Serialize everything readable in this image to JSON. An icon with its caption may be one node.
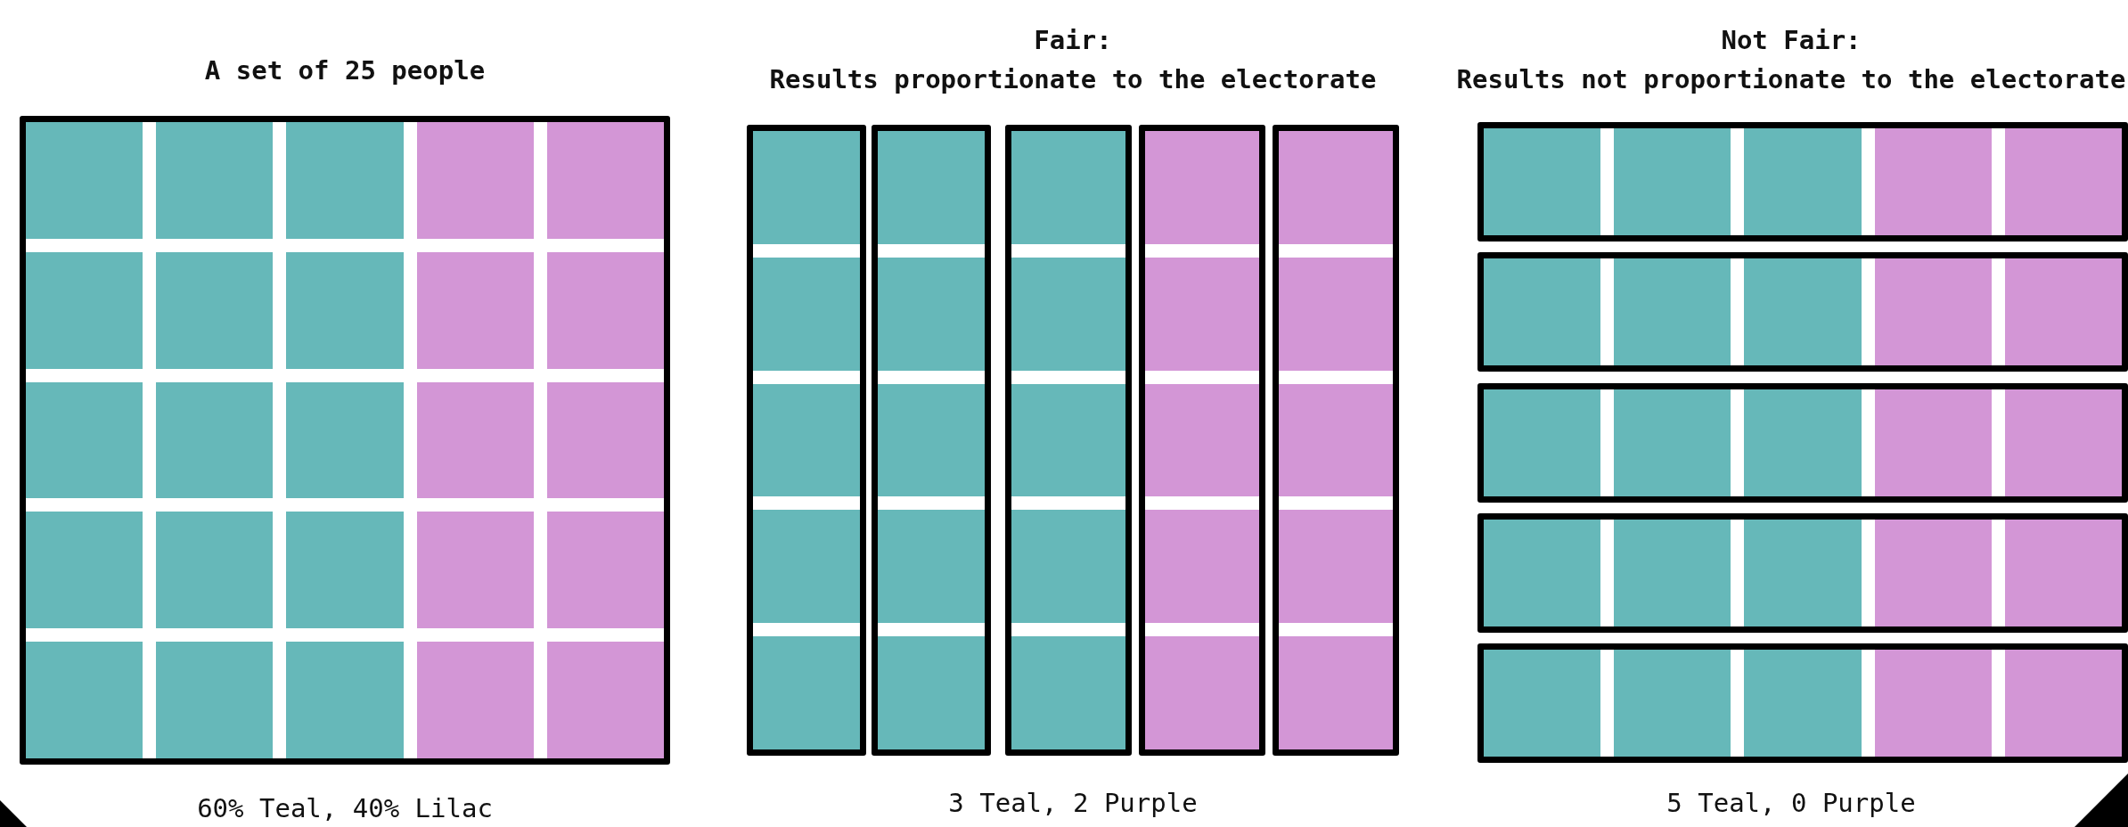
{
  "diagram": {
    "nodes": [
      {
        "text": [
          "A set of 25 people"
        ],
        "beside": [
          "60% Teal, 40% Lilac"
        ]
      },
      {
        "text": [],
        "shape": "box"
      },
      {
        "text": [],
        "shape": "box"
      },
      {
        "text": [],
        "shape": "box"
      },
      {
        "text": [],
        "shape": "box"
      },
      {
        "text": [],
        "shape": "box"
      },
      {
        "text": [],
        "shape": "box"
      },
      {
        "text": [],
        "shape": "box"
      },
      {
        "text": [],
        "shape": "box"
      },
      {
        "text": [],
        "shape": "box"
      },
      {
        "text": [],
        "shape": "box"
      }
    ],
    "edges": [],
    "labels": [
      "Fair:",
      "Results proportionate to the electorate",
      "Not Fair:",
      "Results not proportionate to the electorate",
      "3 Teal, 2 Purple",
      "5 Teal, 0 Purple"
    ]
  }
}
